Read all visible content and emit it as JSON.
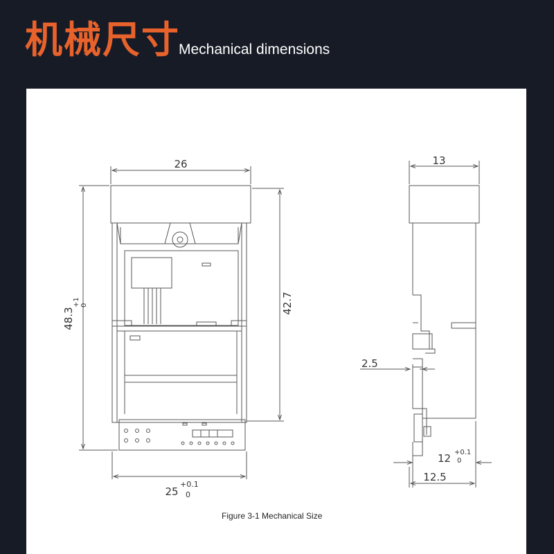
{
  "header": {
    "title_cn": "机械尺寸",
    "title_en": "Mechanical dimensions"
  },
  "drawing": {
    "caption": "Figure 3-1 Mechanical Size",
    "front": {
      "width_top": "26",
      "height_left": "48.3",
      "height_left_tol_upper": "+1",
      "height_left_tol_lower": "0",
      "height_right": "42.7",
      "width_bottom": "25",
      "width_bottom_tol_upper": "+0.1",
      "width_bottom_tol_lower": "0"
    },
    "side": {
      "width_top": "13",
      "offset": "2.5",
      "width_inner": "12",
      "width_inner_tol_upper": "+0.1",
      "width_inner_tol_lower": "0",
      "width_bottom": "12.5"
    }
  },
  "colors": {
    "background": "#161b26",
    "accent": "#e8622c",
    "line": "#555555"
  }
}
